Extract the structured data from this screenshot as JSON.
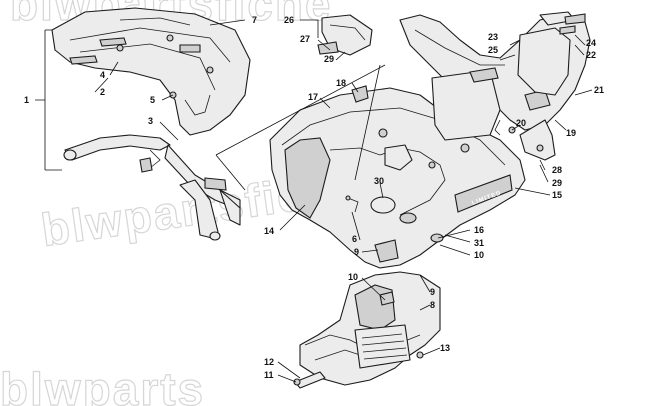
{
  "watermark": "blwpartsfiche.com",
  "watermark_partial_top": "blwpartsfiche",
  "watermark_partial_bottom": "blwparts",
  "decal_text": "LIMITED",
  "callouts": [
    "1",
    "2",
    "3",
    "4",
    "5",
    "6",
    "7",
    "8",
    "9",
    "9",
    "10",
    "10",
    "11",
    "12",
    "13",
    "14",
    "15",
    "16",
    "17",
    "18",
    "19",
    "20",
    "21",
    "22",
    "23",
    "24",
    "25",
    "26",
    "27",
    "28",
    "29",
    "29",
    "30",
    "31"
  ]
}
